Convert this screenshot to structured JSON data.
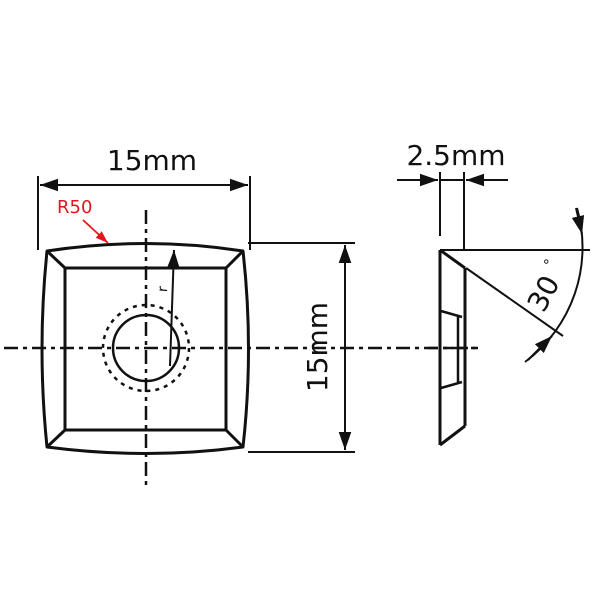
{
  "front_view": {
    "width_label": "15mm",
    "height_label": "15mm",
    "radius_label": "R50",
    "hole_radius_label": "r"
  },
  "side_view": {
    "thickness_label": "2.5mm",
    "angle_label": "30",
    "angle_unit": "°"
  },
  "colors": {
    "line": "#111111",
    "annotation": "#e8141b"
  }
}
